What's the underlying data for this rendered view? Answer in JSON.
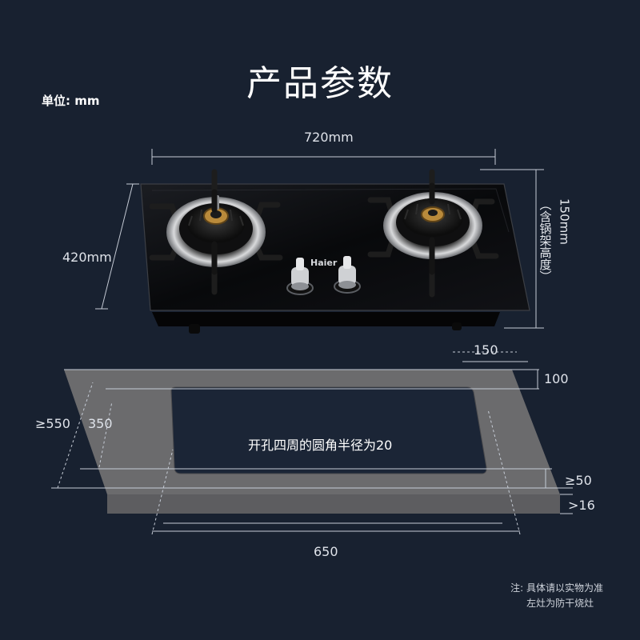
{
  "title": "产品参数",
  "unit": "单位: mm",
  "dimensions": {
    "width": "720mm",
    "depth": "420mm",
    "height": "150mm",
    "height_note": "（含锅架高度）",
    "cutout_margin": "150",
    "front_gap": "100",
    "cutout_depth_min": "≥550",
    "cutout_depth": "350",
    "cutout_width": "650",
    "edge_distance": "≥50",
    "counter_thickness": ">16",
    "corner_radius_text": "开孔四周的圆角半径为20"
  },
  "brand": "Haier",
  "notes": [
    "注: 具体请以实物为准",
    "左灶为防干烧灶"
  ],
  "colors": {
    "background": "#182130",
    "glass": "#0c0d10",
    "slab": "#6b6b6d",
    "cutout": "#1b2536",
    "line": "#c6ccd6"
  }
}
